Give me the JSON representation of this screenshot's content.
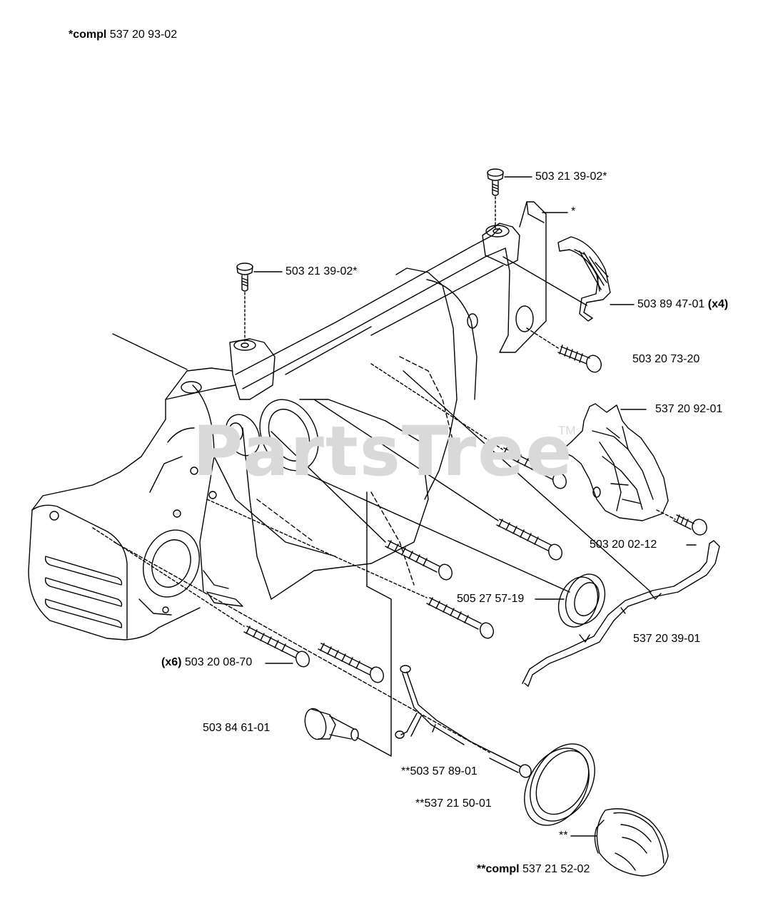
{
  "watermark": {
    "text": "PartsTree",
    "tm": "TM"
  },
  "labels": {
    "compl_main": {
      "bold": "*compl",
      "text": "537 20 93-02"
    },
    "screw_top_right": {
      "text": "503 21 39-02*"
    },
    "star_cover": {
      "text": "*"
    },
    "screw_top_left": {
      "text": "503 21 39-02*"
    },
    "bumper": {
      "text": "503 89 47-01",
      "bold": "(x4)"
    },
    "screw_short": {
      "text": "503 20 73-20"
    },
    "chain_guard": {
      "text": "537 20 92-01"
    },
    "screw_guard": {
      "text": "503 20 02-12"
    },
    "oil_seal": {
      "text": "505 27 57-19"
    },
    "oil_pipe": {
      "text": "537 20 39-01"
    },
    "screws_long": {
      "bold": "(x6)",
      "text": "503 20 08-70"
    },
    "plug": {
      "text": "503 84 61-01"
    },
    "bracket_kit": {
      "text": "**503 57 89-01"
    },
    "seal_kit": {
      "text": "**537 21 50-01"
    },
    "cap_star": {
      "text": "**"
    },
    "compl_cap": {
      "bold": "**compl",
      "text": "537 21 52-02"
    }
  }
}
